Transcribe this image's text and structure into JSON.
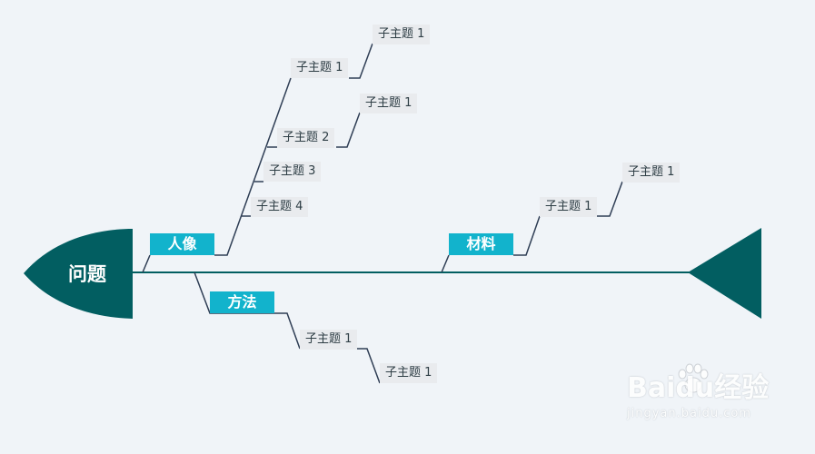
{
  "diagram": {
    "problem_label": "问题",
    "branches": [
      {
        "label": "人像",
        "topics": [
          {
            "label": "子主题 1",
            "subtopics": [
              "子主题 1"
            ]
          },
          {
            "label": "子主题 2",
            "subtopics": [
              "子主题 1"
            ]
          },
          {
            "label": "子主题 3",
            "subtopics": []
          },
          {
            "label": "子主题 4",
            "subtopics": []
          }
        ]
      },
      {
        "label": "方法",
        "topics": [
          {
            "label": "子主题 1",
            "subtopics": [
              "子主题 1"
            ]
          }
        ]
      },
      {
        "label": "材料",
        "topics": [
          {
            "label": "子主题 1",
            "subtopics": [
              "子主题 1"
            ]
          }
        ]
      }
    ]
  },
  "colors": {
    "head_fill": "#025e61",
    "tail_fill": "#025e61",
    "spine": "#025e61",
    "branch_fill": "#12b3cc",
    "connector": "#2f3e55",
    "subtopic_fill": "#e9ebee",
    "background": "#f0f4f8"
  },
  "watermark": {
    "brand": "Baidu经验",
    "url": "jingyan.baidu.com"
  }
}
